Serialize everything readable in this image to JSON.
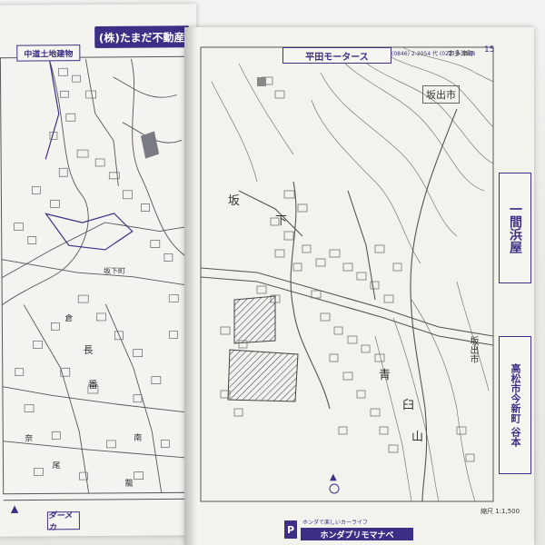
{
  "left_page": {
    "ad_top_left": "中道土地建物",
    "ad_top_main": "(株)たまだ不動産",
    "labels": [
      "坂下町",
      "倉",
      "長",
      "番",
      "南",
      "尾",
      "籠",
      "奈"
    ],
    "ad_bottom": "ダーメカ"
  },
  "right_page": {
    "ad_top": "平田モータース",
    "ad_top_phone": "(0846) 2-2054 代 (022) 3-3188",
    "page_number": "15",
    "page_heading": "宇多津町",
    "area_labels": [
      "坂出市",
      "坂",
      "下",
      "坂出市",
      "青",
      "臼",
      "山"
    ],
    "ad_side_1": "一間浜屋",
    "ad_side_2": "高松市今新町 谷本",
    "ad_bottom": "ホンダプリモマナベ",
    "ad_bottom_sub": "ホンダで楽しいカーライフ",
    "scale": "縮尺 1:1,500"
  },
  "colors": {
    "ink": "#3d2f86",
    "map_line": "#6a6a72",
    "paper": "#f4f3ef",
    "hatch": "#4a4a5a"
  }
}
